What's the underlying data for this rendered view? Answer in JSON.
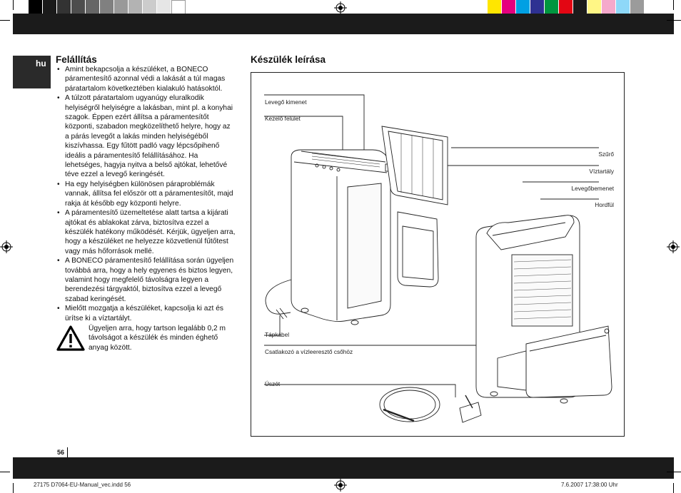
{
  "swatches_gray": [
    "#000000",
    "#1a1a1a",
    "#333333",
    "#4d4d4d",
    "#666666",
    "#808080",
    "#999999",
    "#b3b3b3",
    "#cccccc",
    "#e6e6e6",
    "#ffffff"
  ],
  "swatches_color": [
    "#ffe600",
    "#e6007e",
    "#00a0e3",
    "#2e3192",
    "#00963f",
    "#e30613",
    "#1b1b1b",
    "#fff685",
    "#f5a9cb",
    "#8ed8f8",
    "#9b9b9b"
  ],
  "lang_tab": "hu",
  "left": {
    "heading": "Felállítás",
    "bullets": [
      "Amint bekapcsolja a készüléket, a BONECO páramentesítő azonnal védi a lakását a túl magas páratartalom következtében kialakuló hatásoktól.",
      "A túlzott páratartalom ugyanúgy eluralkodik helyiségről helyiségre a lakásban, mint pl. a konyhai szagok. Éppen ezért állítsa a páramentesítőt központi, szabadon megközelíthető helyre, hogy az a párás levegőt a lakás minden helyiségéből kiszívhassa. Egy fűtött padló vagy lépcsőpihenő ideális a páramentesítő felállításához. Ha lehetséges, hagyja nyitva a belső ajtókat, lehetővé téve ezzel a levegő keringését.",
      "Ha egy helyiségben különösen páraproblémák vannak, állítsa fel először ott a páramentesítőt, majd rakja át később egy központi helyre.",
      "A páramentesítő üzemeltetése alatt tartsa a kijárati ajtókat és ablakokat zárva, biztosítva ezzel a készülék hatékony működését. Kérjük, ügyeljen arra, hogy a készüléket ne helyezze közvetlenül fűtőtest vagy más hőforrások mellé.",
      "A BONECO páramentesítő felállítása során ügyeljen továbbá arra, hogy a hely egyenes és biztos legyen, valamint hogy megfelelő távolságra legyen a berendezési tárgyaktól, biztosítva ezzel a levegő szabad keringését.",
      "Mielőtt mozgatja a készüléket, kapcsolja ki azt és ürítse ki a víztartályt."
    ],
    "warning": "Ügyeljen arra, hogy tartson legalább 0,2 m távolságot a készülék és minden éghető anyag között."
  },
  "right": {
    "heading": "Készülék leírása",
    "labels": {
      "air_outlet": "Levegő kimenet",
      "control_panel": "Kezelő felület",
      "filter": "Szűrő",
      "tank": "Víztartály",
      "air_inlet": "Levegőbemenet",
      "handle": "Hordfül",
      "power_cable": "Tápkábel",
      "drain_connector": "Csatlakozó a vízleeresztő csőhöz",
      "float": "Úszót"
    }
  },
  "page_number": "56",
  "footer": {
    "file": "27175 D7064-EU-Manual_vec.indd   56",
    "timestamp": "7.6.2007   17:38:00 Uhr"
  }
}
